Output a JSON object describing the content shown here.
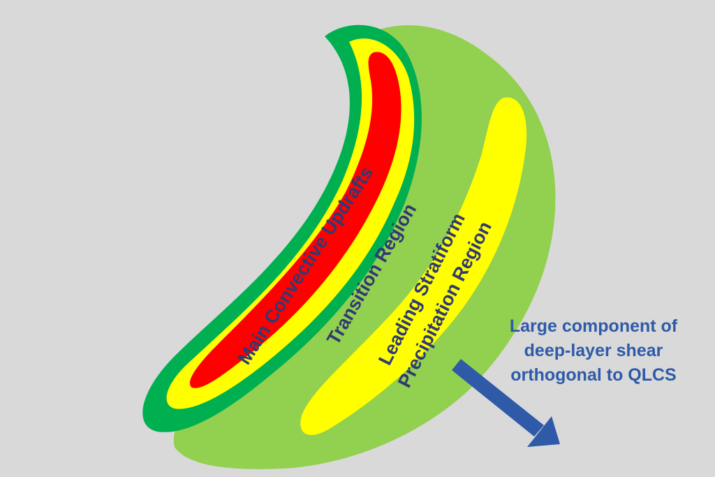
{
  "labels": {
    "main_convective": "Main Convective Updrafts",
    "transition": "Transition Region",
    "leading_line1": "Leading Stratiform",
    "leading_line2": "Precipitation Region",
    "shear_line1": "Large component of",
    "shear_line2": "deep-layer shear",
    "shear_line3": "orthogonal to QLCS"
  },
  "colors": {
    "background": "#d9d9d9",
    "outer_light_green": "#92d050",
    "dark_green": "#00b050",
    "yellow": "#ffff00",
    "red": "#ff0000",
    "arrow_blue": "#2e5aa8",
    "label_dark": "#2f3a73"
  }
}
